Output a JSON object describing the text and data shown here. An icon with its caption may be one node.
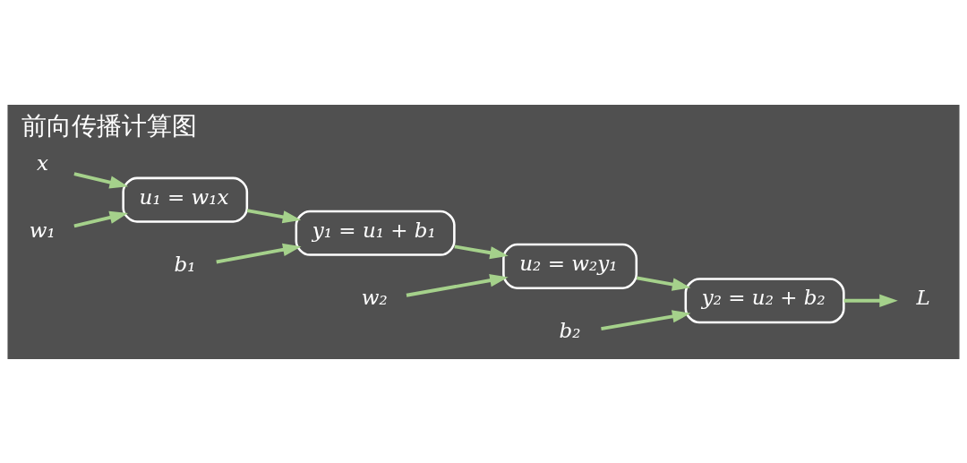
{
  "diagram": {
    "title": "前向传播计算图",
    "nodes": [
      {
        "text": [
          "x"
        ]
      },
      {
        "text": [
          "w₁"
        ]
      },
      {
        "text": [
          "u₁ = w₁x"
        ]
      },
      {
        "text": [
          "b₁"
        ]
      },
      {
        "text": [
          "y₁ = u₁ + b₁"
        ]
      },
      {
        "text": [
          "w₂"
        ]
      },
      {
        "text": [
          "u₂ = w₂y₁"
        ]
      },
      {
        "text": [
          "b₂"
        ]
      },
      {
        "text": [
          "y₂ = u₂ + b₂"
        ]
      },
      {
        "text": [
          "L"
        ]
      }
    ],
    "edges": [
      {
        "from": 0,
        "to": 2,
        "arrow": "to"
      },
      {
        "from": 1,
        "to": 2,
        "arrow": "to"
      },
      {
        "from": 2,
        "to": 4,
        "arrow": "to"
      },
      {
        "from": 3,
        "to": 4,
        "arrow": "to"
      },
      {
        "from": 4,
        "to": 6,
        "arrow": "to"
      },
      {
        "from": 5,
        "to": 6,
        "arrow": "to"
      },
      {
        "from": 6,
        "to": 8,
        "arrow": "to"
      },
      {
        "from": 7,
        "to": 8,
        "arrow": "to"
      },
      {
        "from": 8,
        "to": 9,
        "arrow": "to"
      }
    ]
  }
}
